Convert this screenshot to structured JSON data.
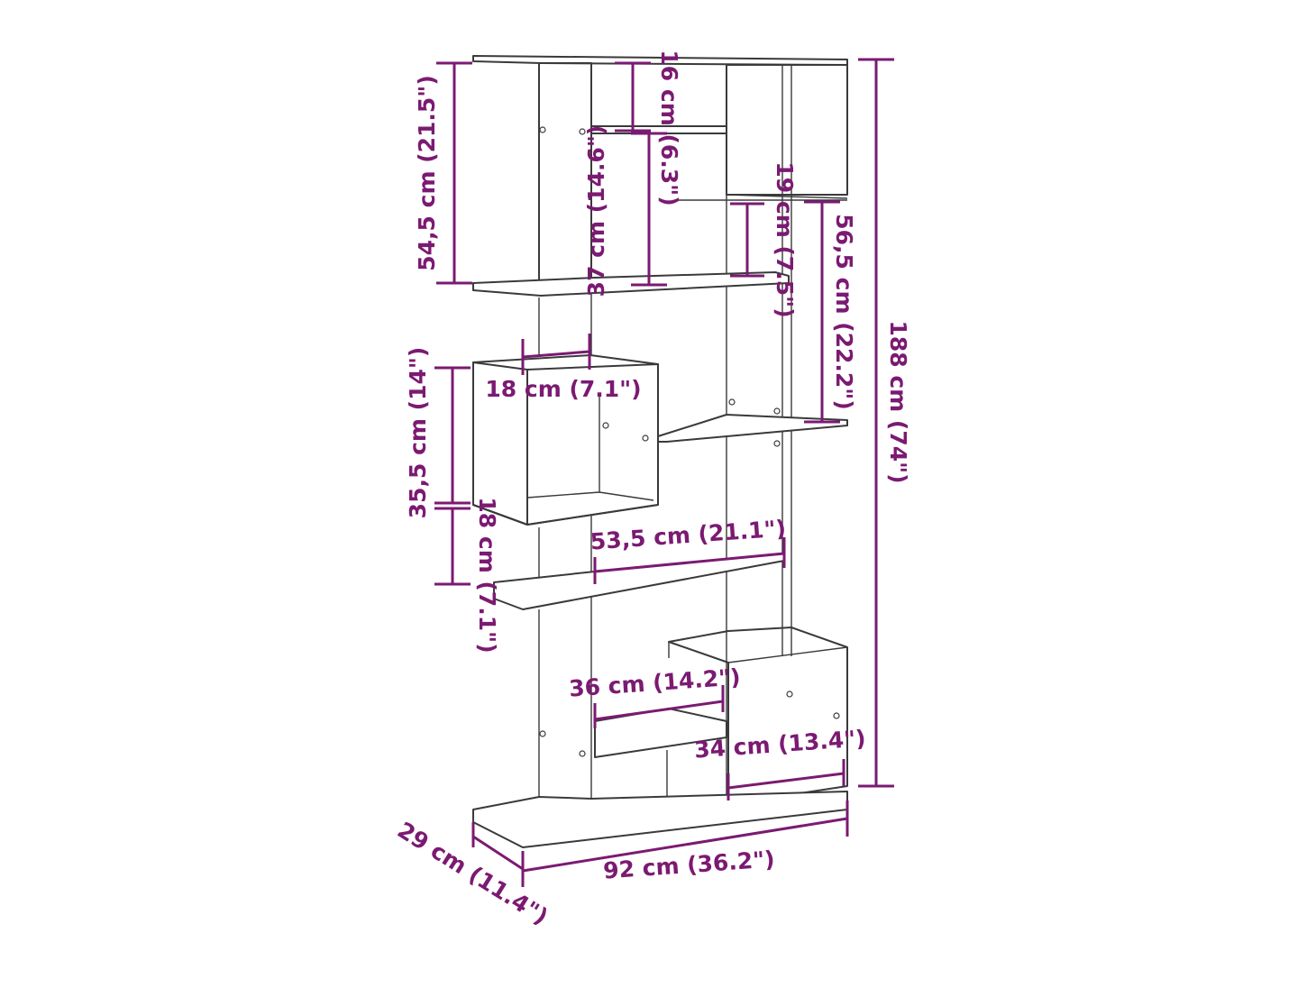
{
  "colors": {
    "dimension": "#7b1a72",
    "outline": "#3a3a3a",
    "background": "#ffffff"
  },
  "dimensions": {
    "total_height": "188 cm (74\")",
    "top_left_height": "54,5 cm (21.5\")",
    "top_slot_height": "16 cm (6.3\")",
    "upper_mid_height": "37 cm (14.6\")",
    "top_right_gap": "19 cm (7.5\")",
    "right_section_height": "56,5 cm (22.2\")",
    "cube_depth": "18 cm (7.1\")",
    "cube_height": "35,5 cm (14\")",
    "lower_left_height": "18 cm (7.1\")",
    "mid_shelf_width": "53,5 cm (21.1\")",
    "lower_cube_width": "36 cm (14.2\")",
    "bottom_right_width": "34 cm (13.4\")",
    "total_width": "92 cm (36.2\")",
    "total_depth": "29 cm (11.4\")"
  }
}
